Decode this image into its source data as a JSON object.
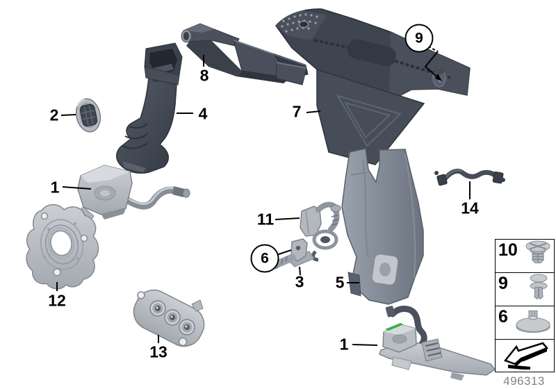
{
  "doc_number": "496313",
  "callouts": {
    "c2": "2",
    "c4": "4",
    "c8": "8",
    "c7": "7",
    "c9": "9",
    "c1_top": "1",
    "c12": "12",
    "c13": "13",
    "c11": "11",
    "c6": "6",
    "c3": "3",
    "c5": "5",
    "c1_bottom": "1",
    "c14": "14"
  },
  "legend": {
    "rows": [
      {
        "number": "10",
        "icon": "expanding-nut-icon"
      },
      {
        "number": "9",
        "icon": "push-rivet-icon"
      },
      {
        "number": "6",
        "icon": "cone-washer-icon"
      }
    ],
    "footer_icon": "direction-arrow-icon"
  },
  "colors": {
    "part_dark": "#414854",
    "part_mid": "#7e8692",
    "part_light": "#b5b9c0",
    "accent_green": "#3fae4a",
    "label_text": "#000000",
    "doc_number_text": "#7f8287"
  }
}
